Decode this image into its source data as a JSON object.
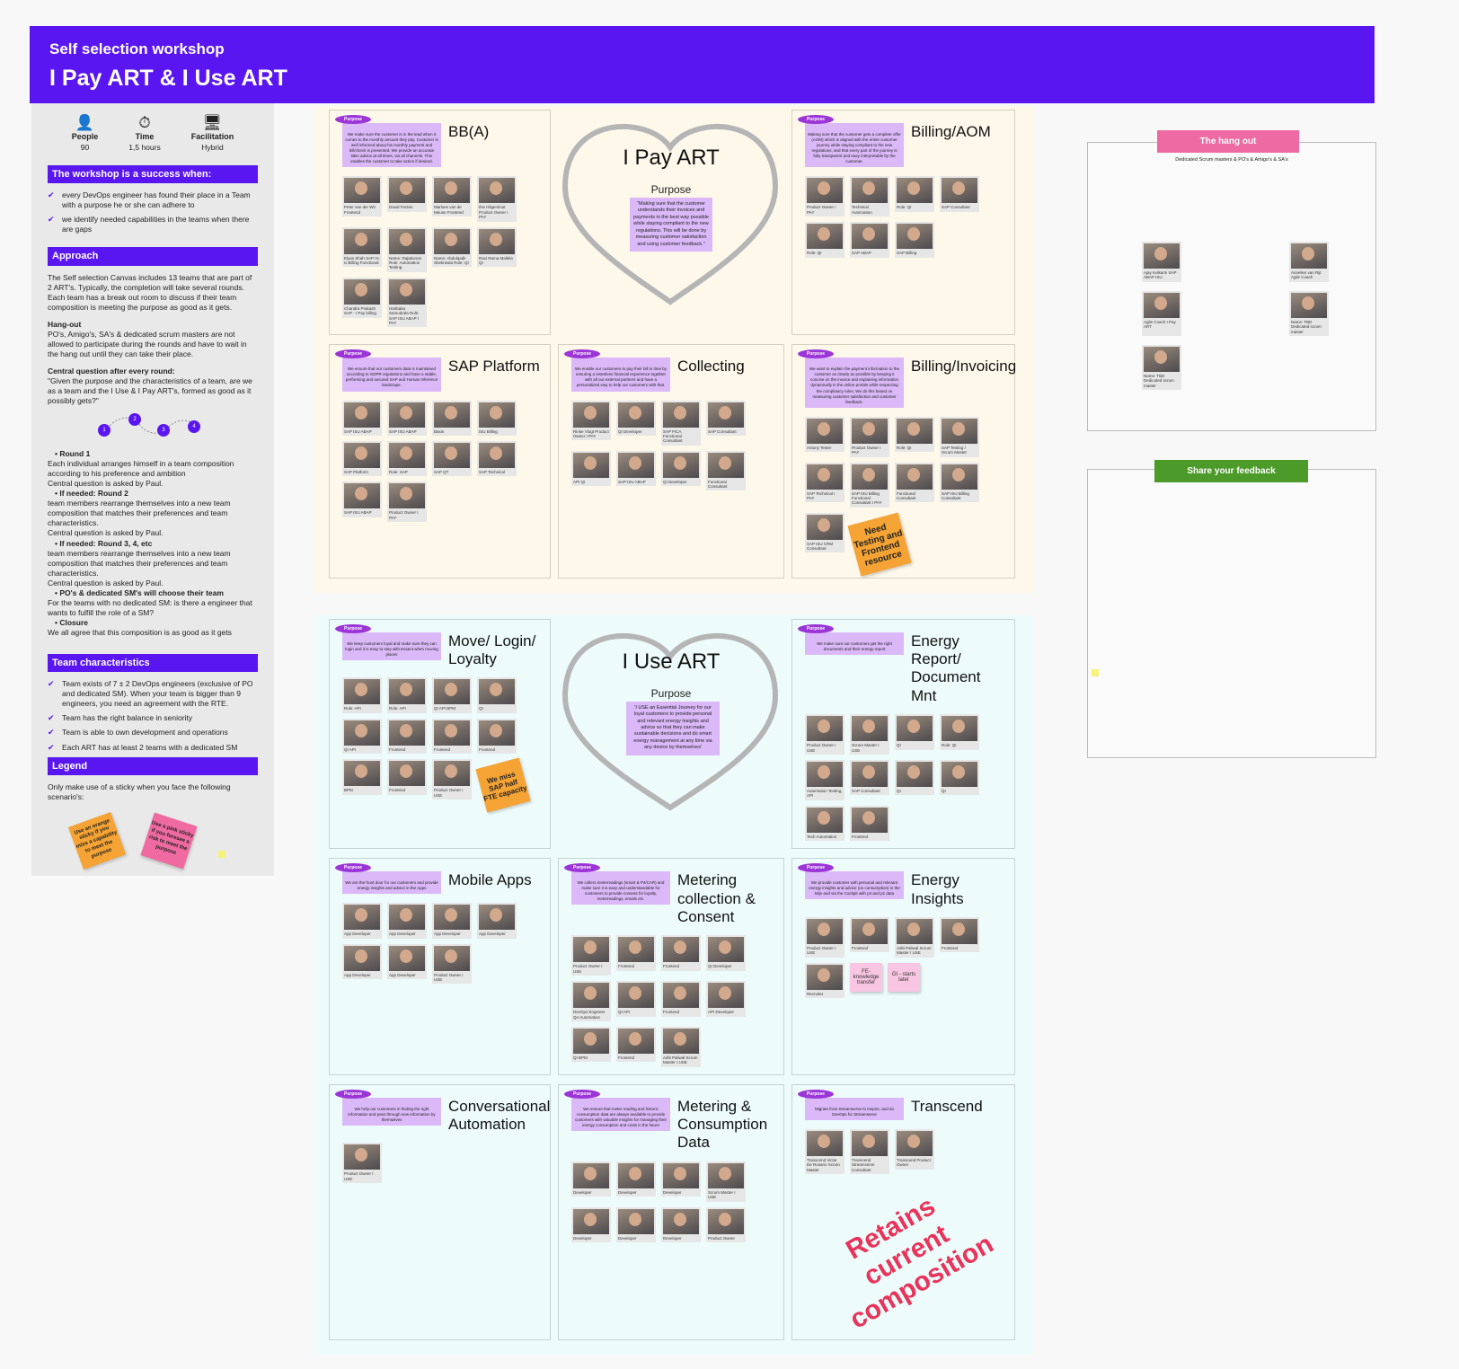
{
  "header": {
    "subtitle": "Self selection workshop",
    "title": "I Pay ART & I Use ART"
  },
  "left": {
    "stats": [
      {
        "icon": "person-icon",
        "label": "People",
        "value": "90"
      },
      {
        "icon": "stopwatch-icon",
        "label": "Time",
        "value": "1,5 hours"
      },
      {
        "icon": "facilitation-icon",
        "label": "Facilitation",
        "value": "Hybrid"
      }
    ],
    "success_title": "The workshop is a success when:",
    "success_items": [
      "every DevOps engineer has found their place in a Team with a purpose he or she can adhere to",
      "we identify needed capabilities in the teams when there are gaps"
    ],
    "approach_title": "Approach",
    "approach_text": "The Self selection Canvas includes 13 teams that are part of 2 ART's. Typically, the completion will take several rounds. Each team has a break out room to discuss if their team composition is meeting the purpose as good as it gets.",
    "hangout_title": "Hang-out",
    "hangout_text": "PO's, Amigo's, SA's & dedicated scrum masters are not allowed to participate during the rounds and have to wait in the hang out until they can take their place.",
    "central_title": "Central question after every round:",
    "central_text": "\"Given the purpose and the characteristics of a team, are we as a team and the I Use & I Pay ART's, formed as good as it possibly gets?\"",
    "round_dots": [
      "1",
      "2",
      "3",
      "4"
    ],
    "steps": [
      {
        "h": "Round 1",
        "t": "Each individual arranges himself in a team composition according to his preference and ambition\nCentral question is asked by Paul."
      },
      {
        "h": "If needed: Round 2",
        "t": "team members rearrange themselves into a new team composition that matches their preferences and team characteristics.\nCentral question is asked by Paul."
      },
      {
        "h": "If needed: Round 3, 4, etc",
        "t": "team members rearrange themselves into a new team composition that matches their preferences and team characteristics.\nCentral question is asked by Paul."
      },
      {
        "h": "PO's & dedicated SM's will choose their team",
        "t": "For the teams with no dedicated SM: is there a engineer that wants to fulfill the role of a SM?"
      },
      {
        "h": "Closure",
        "t": "We all agree that this composition is as good as it gets"
      }
    ],
    "char_title": "Team characteristics",
    "char_items": [
      "Team exists of 7 ± 2 DevOps engineers (exclusive of PO and dedicated SM). When your team is bigger than 9 engineers, you need an agreement with the RTE.",
      "Team has the right balance in seniority",
      "Team is able to own development and operations",
      "Each ART has at least 2 teams with a dedicated SM"
    ],
    "legend_title": "Legend",
    "legend_text": "Only make use of a sticky when you face the following scenario's:",
    "legend_orange": "Use an orange sticky if you miss a capability to meet the purpose",
    "legend_pink": "Use a pink sticky if you foresee a risk to meet the purpose"
  },
  "purpose_tag": "Purpose",
  "ipay": {
    "title": "I Pay ART",
    "purpose_label": "Purpose",
    "purpose": "\"Making sure that the customer understands their invoices and payments in the best way possible while staying compliant to the new regulations. This will be done by measuring customer satisfaction and using customer feedback.\""
  },
  "iuse": {
    "title": "I Use ART",
    "purpose_label": "Purpose",
    "purpose": "'I USE an Essential Journey for our loyal customers to provide personal and relevant energy insights and advice so that they can make sustainable decisions and do smart energy management at any time via any device by themselves'"
  },
  "teams": [
    {
      "name": "BB(A)",
      "purpose": "We make sure the customer is in the lead when it comes to the monthly amount they pay. Customer is well informed about his monthly payment and bill/check is presented. We provide an accurate BBA advice at all times, via all channels. This enables the customer to take action if desired.",
      "members": [
        "Peter van der Wit Frontend",
        "David Fecten",
        "Marloes van de Meuse Frontend",
        "Ilse Hilgersloot Product Owner I PAY",
        "Elyas Shah SAP IS-U Billing Functional",
        "Name: Rajakumar Role: Automation Testing",
        "Name: Abdulqadir Shekrwala Role: QI",
        "Ravi Rama Mallela QI",
        "Chandra Prakash SAP - I Pay billing",
        "Haribabu Samudrala Role: SAP ISU ABAP I PAY"
      ]
    },
    {
      "name": "Billing/AOM",
      "purpose": "Making sure that the customer gets a complete offer (AOM) which is aligned with the entire customer journey while staying compliant to the new regulations, and that every part of the journey is fully transparent and easy interpretable by the customer.",
      "members": [
        "Product Owner I PAY",
        "Technical Automation",
        "Role: QI",
        "SAP Consultant",
        "Role: QI",
        "SAP ABAP",
        "SAP Billing"
      ]
    },
    {
      "name": "SAP Platform",
      "purpose": "We ensure that our customers data is maintained according to GDPR regulations and have a stable, performing and secured SAP and Human Inference landscape.",
      "members": [
        "SAP ISU ABAP",
        "SAP ISU ABAP",
        "Basis",
        "ISU Billing",
        "SAP Platform",
        "Role: SAP",
        "SAP QT",
        "SAP Technical",
        "SAP ISU ABAP",
        "Product Owner I PAY"
      ]
    },
    {
      "name": "Collecting",
      "purpose": "We enable our customers to pay their bill in time by ensuring a seamless financial experience together with all our external partners and have a personalized way to help our customers with that.",
      "members": [
        "Rinke Vlugt Product Owner I PAY",
        "QI Developer",
        "SAP FICA Functional Consultant",
        "SAP Consultant",
        "API QI",
        "SAP ISU ABAP",
        "QI Developer",
        "Functional Consultant"
      ]
    },
    {
      "name": "Billing/Invoicing",
      "purpose": "We want to explain the payment information to the customer as clearly as possible by keeping it concise on the invoice and explaining information dynamically in the online portals while respecting the compliancy rules. We do this based on measuring customer satisfaction and customer feedback.",
      "members": [
        "Antony Tester",
        "Product Owner I PAY",
        "Role: QI",
        "SAP Testing / Scrum Master",
        "SAP Technical I PAY",
        "SAP ISU Billing Functional Consultant I PAY",
        "Functional Consultant",
        "SAP ISU Billing Consultant",
        "SAP ISU CRM Consultant"
      ]
    },
    {
      "name": "Move/ Login/ Loyalty",
      "purpose": "We keep customers loyal and make sure they can login and it is easy to stay with Essent when moving places",
      "members": [
        "Role: API",
        "Role: API",
        "QI API BPM",
        "QI",
        "QI API",
        "Frontend",
        "Frontend",
        "Frontend",
        "BPM",
        "Frontend",
        "Product Owner I USE"
      ]
    },
    {
      "name": "Energy Report/ Document Mnt",
      "purpose": "We make sure our customers get the right documents and their energy report",
      "members": [
        "Product Owner I USE",
        "Scrum Master I USE",
        "QI",
        "Role: QI",
        "Automation Testing, API",
        "SAP Consultant",
        "QI",
        "QI",
        "Tech Automation",
        "Frontend"
      ]
    },
    {
      "name": "Mobile Apps",
      "purpose": "We are the front door for our customers and provide energy insights and advice in the Apps",
      "members": [
        "App Developer",
        "App Developer",
        "App Developer",
        "App Developer",
        "App Developer",
        "App Developer",
        "Product Owner I USE"
      ]
    },
    {
      "name": "Metering collection &  Consent",
      "purpose": "We collect meterreadings (smart & P4/CAR) and make sure it is easy and understandable for customers to provide consent for loyalty, meterreadings, emails etc.",
      "members": [
        "Product Owner I USE",
        "Frontend",
        "Frontend",
        "QI Developer",
        "DevOps Engineer QA Automation",
        "QI API",
        "Frontend",
        "API Developer",
        "QI BPM",
        "Frontend",
        "Aditi Paliwal Scrum Master I USE"
      ]
    },
    {
      "name": "Energy Insights",
      "purpose": "We provide customer with personal and relevant energy insights and advice (on consumption) in the Mijn and via the Cockpit with p4 and p1 data",
      "members": [
        "Product Owner I USE",
        "Frontend",
        "Aditi Paliwal Scrum Master I USE",
        "Frontend",
        "Recruiter"
      ]
    },
    {
      "name": "Conversational Automation",
      "purpose": "We help our customers in finding the right information and pass through new information by themselves",
      "members": [
        "Product Owner I USE"
      ]
    },
    {
      "name": "Metering & Consumption Data",
      "purpose": "We ensure that meter reading and historic consumption data are always available to provide customers with valuable insights for managing their energy consumption and costs in the future",
      "members": [
        "Developer",
        "Developer",
        "Developer",
        "Scrum Master I USE",
        "Developer",
        "Developer",
        "Developer",
        "Product Owner"
      ]
    },
    {
      "name": "Transcend",
      "purpose": "Migrate from Streamserve to Inspire, and do DevOps for Streamserve",
      "members": [
        "Transcend Victor De Rosario Scrum Master",
        "Transcend Streamserve Consultant",
        "Transcend Product Owner"
      ]
    }
  ],
  "stickies": {
    "need_testing": "Need Testing and Frontend resource",
    "miss_sap": "We miss SAP half FTE capacity",
    "fe_knowledge": "FE-knowledge transfer",
    "gi_later": "GI - starts later",
    "retains": "Retains current composition"
  },
  "hangout": {
    "title": "The hang out",
    "subtitle": "Dedicated Scrum masters & PO's & Amigo's & SA's",
    "members": [
      "Ajay Kulkarni SAP ABAP ISU",
      "Annelies van Rijt Agile Coach",
      "Agile Coach I Pay ART",
      "Name: TBD Dedicated scrum master",
      "Name: TBD Dedicated scrum master"
    ]
  },
  "feedback": {
    "title": "Share your feedback"
  }
}
